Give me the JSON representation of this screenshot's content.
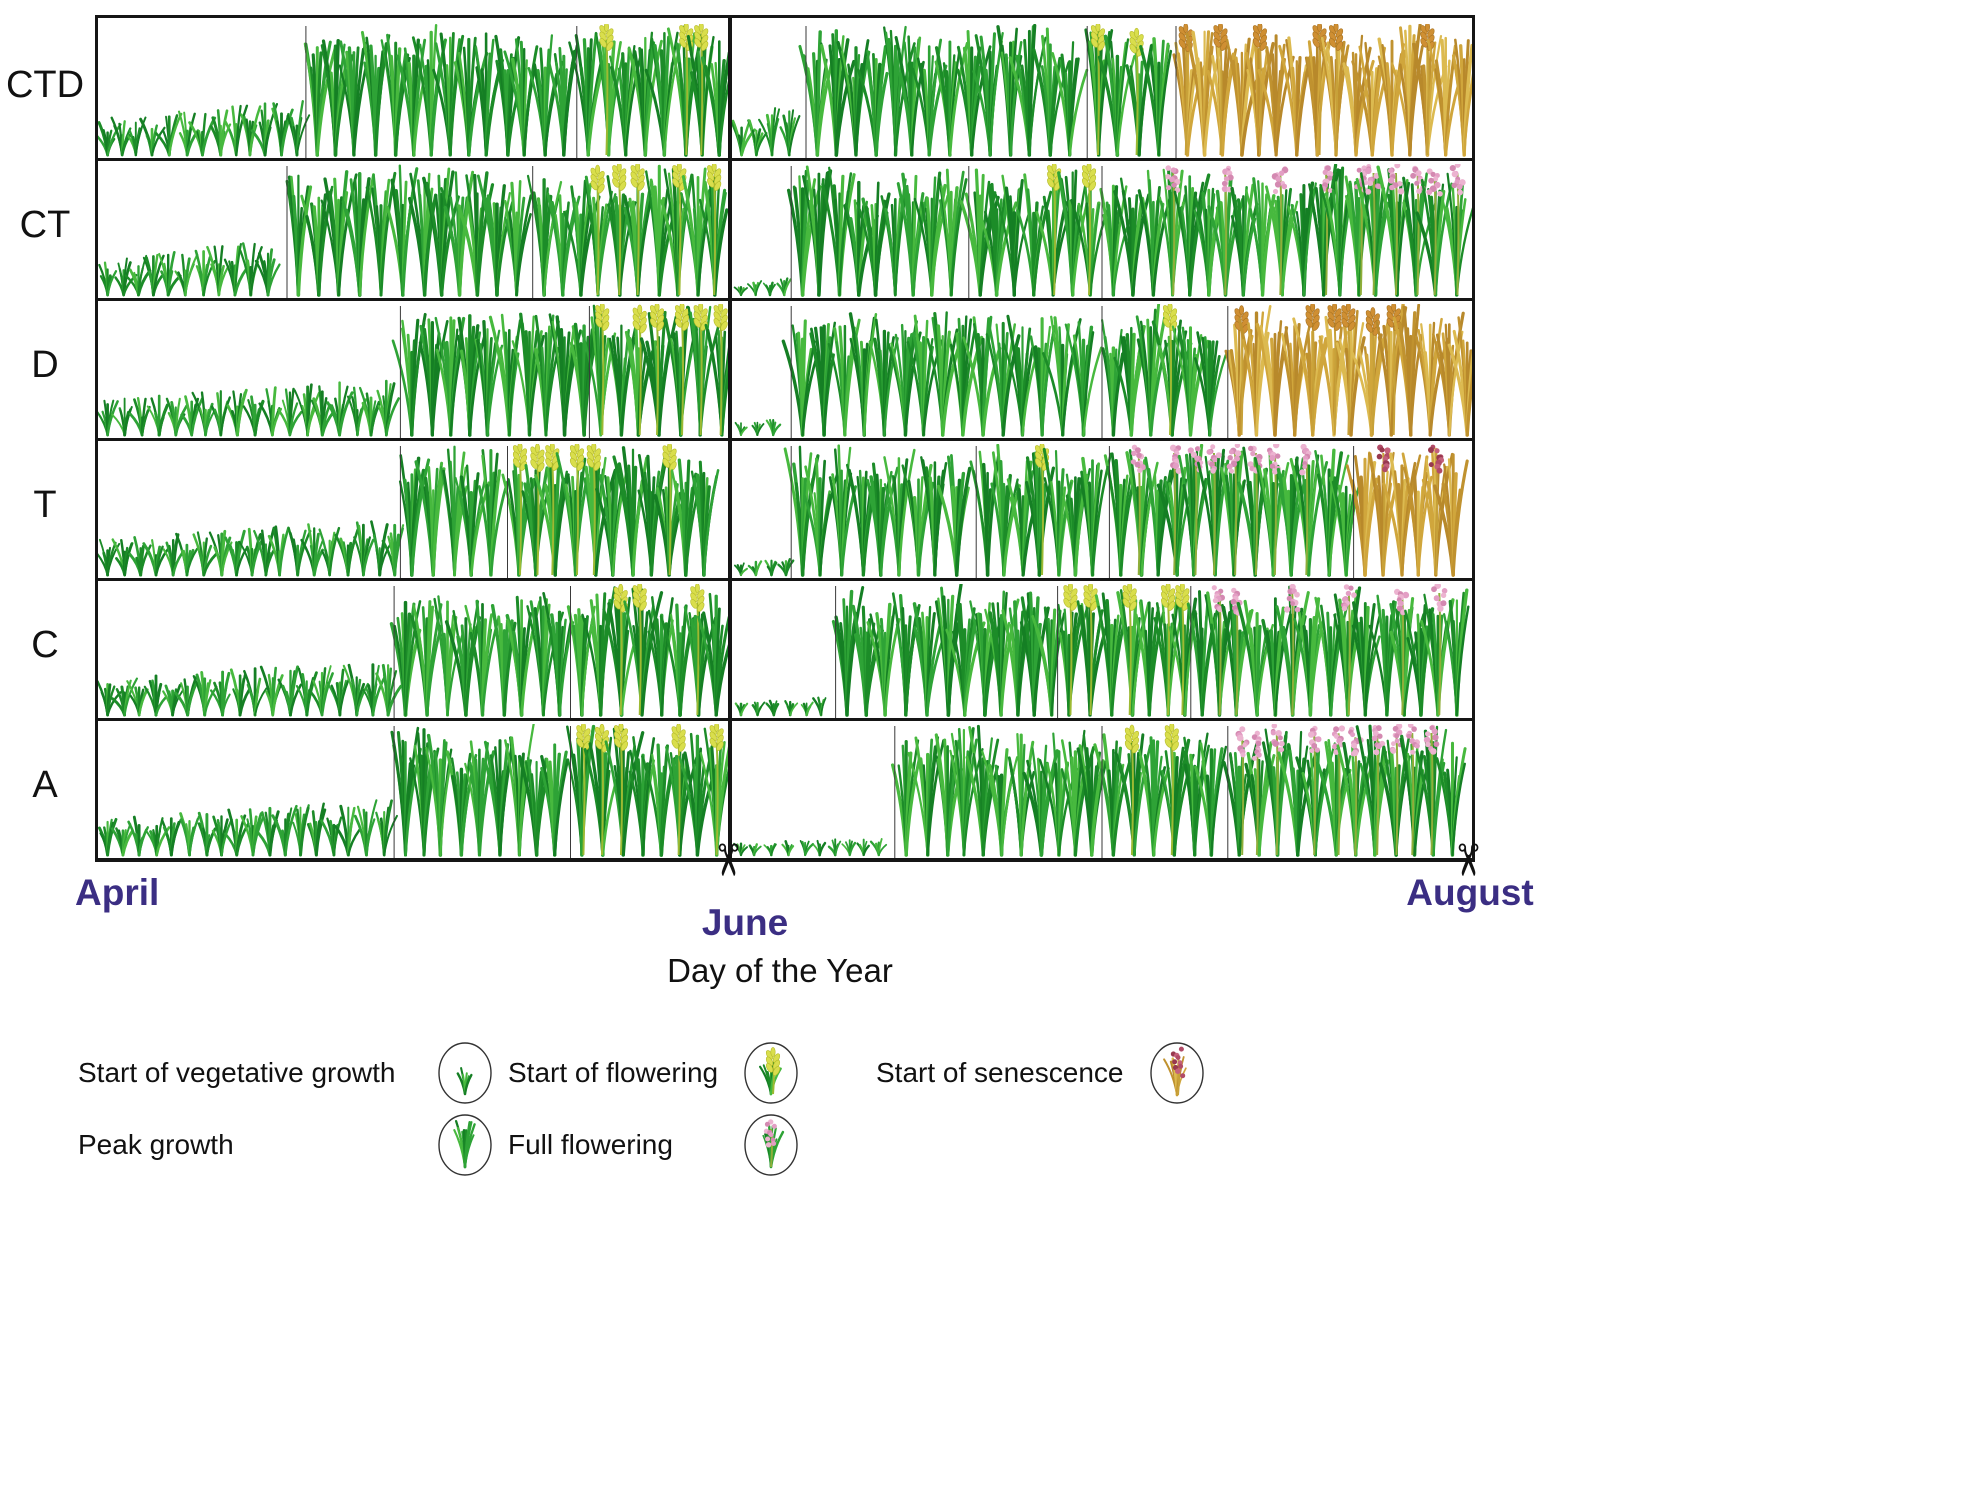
{
  "figure": {
    "xlabel": "Day of the Year",
    "ticks": [
      "April",
      "June",
      "August"
    ],
    "scissors_glyph": "✂",
    "axis_label_color": "#3b2e83",
    "border_color": "#151515"
  },
  "treatments": [
    {
      "id": "CTD",
      "label": "CTD",
      "left": [
        {
          "stage": "short",
          "w": 0.33
        },
        {
          "stage": "tall",
          "w": 0.43
        },
        {
          "stage": "flower",
          "w": 0.24
        }
      ],
      "right": [
        {
          "stage": "short",
          "w": 0.1
        },
        {
          "stage": "tall",
          "w": 0.38
        },
        {
          "stage": "flower",
          "w": 0.12
        },
        {
          "stage": "senescent",
          "w": 0.4
        }
      ]
    },
    {
      "id": "CT",
      "label": "CT",
      "left": [
        {
          "stage": "short",
          "w": 0.3
        },
        {
          "stage": "tall",
          "w": 0.39
        },
        {
          "stage": "flower",
          "w": 0.31
        }
      ],
      "right": [
        {
          "stage": "stubble",
          "w": 0.08
        },
        {
          "stage": "tall",
          "w": 0.24
        },
        {
          "stage": "flower",
          "w": 0.18
        },
        {
          "stage": "full-flower",
          "w": 0.5
        }
      ]
    },
    {
      "id": "D",
      "label": "D",
      "left": [
        {
          "stage": "short",
          "w": 0.48
        },
        {
          "stage": "tall",
          "w": 0.3
        },
        {
          "stage": "flower",
          "w": 0.22
        }
      ],
      "right": [
        {
          "stage": "stubble",
          "w": 0.08
        },
        {
          "stage": "tall",
          "w": 0.42
        },
        {
          "stage": "flower",
          "w": 0.17
        },
        {
          "stage": "senescent",
          "w": 0.33
        }
      ]
    },
    {
      "id": "T",
      "label": "T",
      "left": [
        {
          "stage": "short",
          "w": 0.48
        },
        {
          "stage": "tall",
          "w": 0.17
        },
        {
          "stage": "flower",
          "w": 0.35
        }
      ],
      "right": [
        {
          "stage": "stubble",
          "w": 0.08
        },
        {
          "stage": "tall",
          "w": 0.25
        },
        {
          "stage": "flower",
          "w": 0.18
        },
        {
          "stage": "full-flower",
          "w": 0.33
        },
        {
          "stage": "senescent-pink",
          "w": 0.16
        }
      ]
    },
    {
      "id": "C",
      "label": "C",
      "left": [
        {
          "stage": "short",
          "w": 0.47
        },
        {
          "stage": "tall",
          "w": 0.28
        },
        {
          "stage": "flower",
          "w": 0.25
        }
      ],
      "right": [
        {
          "stage": "stubble",
          "w": 0.14
        },
        {
          "stage": "tall",
          "w": 0.3
        },
        {
          "stage": "flower",
          "w": 0.18
        },
        {
          "stage": "full-flower",
          "w": 0.38
        }
      ]
    },
    {
      "id": "A",
      "label": "A",
      "left": [
        {
          "stage": "short",
          "w": 0.47
        },
        {
          "stage": "tall",
          "w": 0.28
        },
        {
          "stage": "flower",
          "w": 0.25
        }
      ],
      "right": [
        {
          "stage": "stubble",
          "w": 0.22
        },
        {
          "stage": "tall",
          "w": 0.28
        },
        {
          "stage": "flower",
          "w": 0.17
        },
        {
          "stage": "full-flower",
          "w": 0.33
        }
      ]
    }
  ],
  "legend": {
    "rows": [
      [
        {
          "label": "Start of vegetative growth",
          "icon": "vegetative-start-icon"
        },
        {
          "label": "Start of flowering",
          "icon": "flowering-start-icon"
        },
        {
          "label": "Start of senescence",
          "icon": "senescence-start-icon"
        }
      ],
      [
        {
          "label": "Peak growth",
          "icon": "peak-growth-icon"
        },
        {
          "label": "Full flowering",
          "icon": "full-flowering-icon"
        }
      ]
    ]
  },
  "palette": {
    "greens": [
      "#1c8c28",
      "#2ea336",
      "#47b93e",
      "#157f24"
    ],
    "golds": [
      "#d0a63c",
      "#c0922f",
      "#dcba50",
      "#b8892b"
    ],
    "spike_yellow": {
      "stem": "#9cba33",
      "head": "#d9de4c",
      "head_stroke": "#b4ba2a"
    },
    "spike_orange": {
      "stem": "#c7a139",
      "head": "#cf8f33",
      "head_stroke": "#a87322"
    },
    "cluster_pink": {
      "stem": "#8fae3a",
      "fills": [
        "#ecb3d0",
        "#d489b1",
        "#e39ec4"
      ]
    },
    "cluster_crimson": {
      "stem": "#c7a139",
      "fills": [
        "#b14b67",
        "#98394f",
        "#c4617b"
      ]
    },
    "event_line": "#3a3a3a"
  }
}
